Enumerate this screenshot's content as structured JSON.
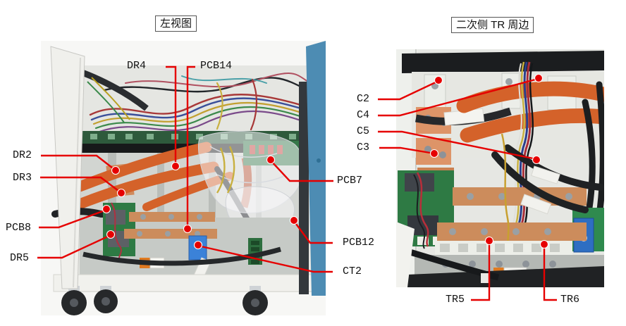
{
  "page": {
    "background": "#ffffff"
  },
  "colors": {
    "leader_red": "#e60000",
    "panel_blue": "#4d8cb3",
    "cable_orange": "#d4622a",
    "copper": "#cc8c5c",
    "pcb_green": "#2e7a44",
    "chassis_grey": "#c6cac6",
    "warning_orange": "#e07a20"
  },
  "figures": {
    "left": {
      "title": "左视图",
      "labels": {
        "dr4": "DR4",
        "pcb14": "PCB14",
        "dr2": "DR2",
        "dr3": "DR3",
        "pcb8": "PCB8",
        "dr5": "DR5",
        "pcb7": "PCB7",
        "pcb12": "PCB12",
        "ct2": "CT2"
      }
    },
    "right": {
      "title": "二次侧 TR 周边",
      "labels": {
        "c2": "C2",
        "c4": "C4",
        "c5": "C5",
        "c3": "C3",
        "tr5": "TR5",
        "tr6": "TR6"
      }
    }
  }
}
